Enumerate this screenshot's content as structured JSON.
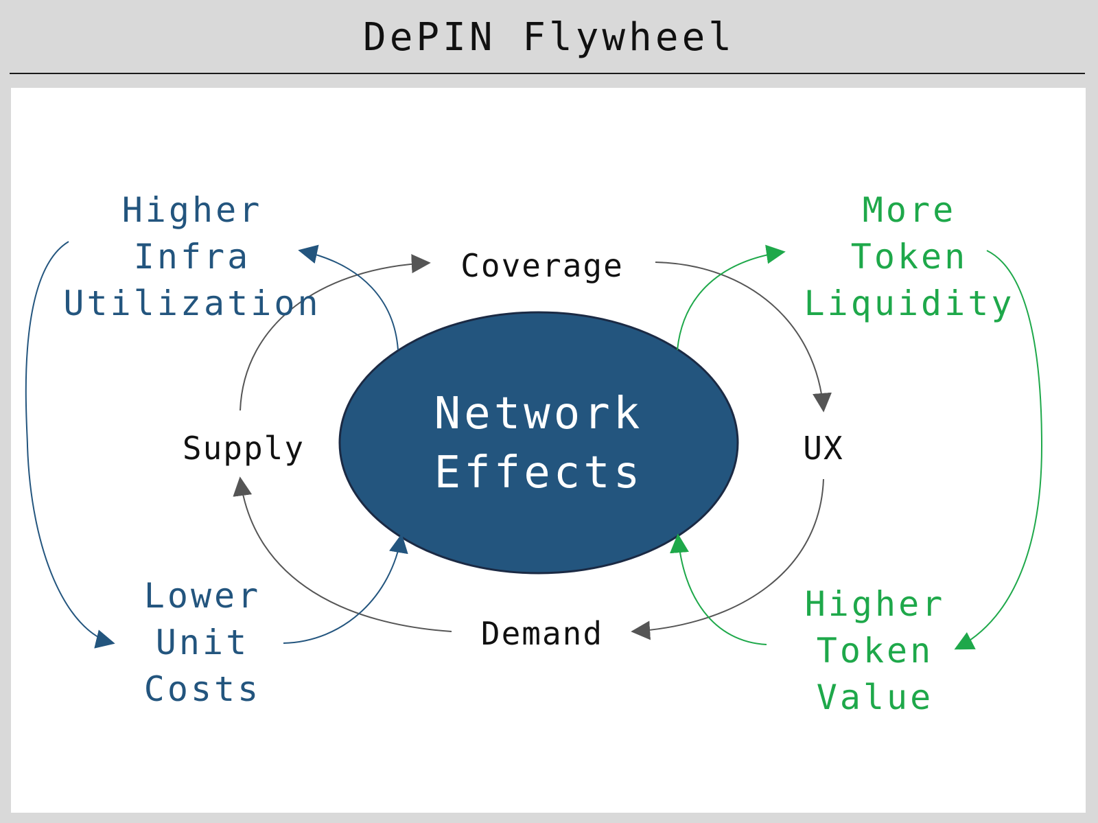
{
  "title": "DePIN Flywheel",
  "center": {
    "lines": [
      "Network",
      "Effects"
    ],
    "fill": "#23557e"
  },
  "nodes": {
    "coverage": "Coverage",
    "ux": "UX",
    "demand": "Demand",
    "supply": "Supply"
  },
  "supply_side": {
    "higher_infra": [
      "Higher",
      "Infra",
      "Utilization"
    ],
    "lower_costs": [
      "Lower",
      "Unit",
      "Costs"
    ],
    "color": "#23557e"
  },
  "token_side": {
    "more_liquidity": [
      "More",
      "Token",
      "Liquidity"
    ],
    "higher_value": [
      "Higher",
      "Token",
      "Value"
    ],
    "color": "#1ea84a"
  },
  "arrow_color": "#555555"
}
